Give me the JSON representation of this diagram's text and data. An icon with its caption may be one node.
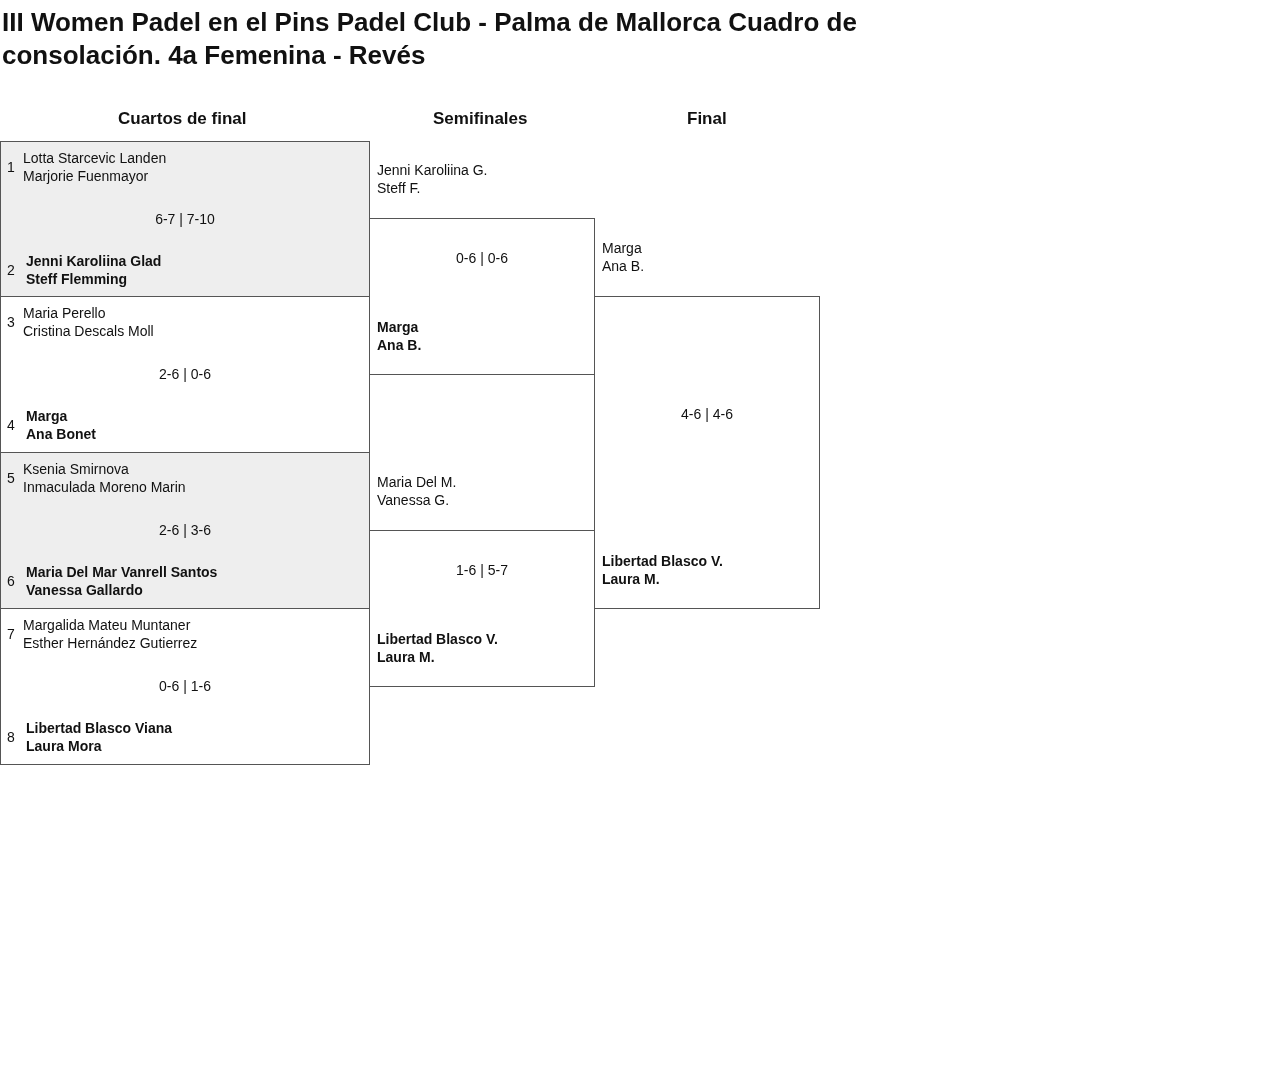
{
  "diagram": {
    "title": "III Women Padel en el Pins Padel Club - Palma de Mallorca Cuadro de consolación. 4a Femenina - Revés",
    "nodes": [
      {
        "text": [
          "1",
          "Lotta Starcevic Landen",
          "Marjorie Fuenmayor",
          "6-7 | 7-10",
          "2",
          "Jenni Karoliina Glad",
          "Steff Flemming"
        ]
      },
      {
        "text": [
          "3",
          "Maria Perello",
          "Cristina Descals Moll",
          "2-6 | 0-6",
          "4",
          "Marga",
          "Ana Bonet"
        ]
      },
      {
        "text": [
          "5",
          "Ksenia Smirnova",
          "Inmaculada Moreno Marin",
          "2-6 | 3-6",
          "6",
          "Maria Del Mar Vanrell Santos",
          "Vanessa Gallardo"
        ]
      },
      {
        "text": [
          "7",
          "Margalida Mateu Muntaner",
          "Esther Hernández Gutierrez",
          "0-6 | 1-6",
          "8",
          "Libertad Blasco Viana",
          "Laura Mora"
        ]
      },
      {
        "text": [
          "Jenni Karoliina G.",
          "Steff F.",
          "0-6 | 0-6",
          "Marga",
          "Ana B."
        ]
      },
      {
        "text": [
          "Maria Del M.",
          "Vanessa G.",
          "1-6 | 5-7",
          "Libertad Blasco V.",
          "Laura M."
        ]
      },
      {
        "text": [
          "Marga",
          "Ana B.",
          "4-6 | 4-6",
          "Libertad Blasco V.",
          "Laura M."
        ]
      }
    ],
    "labels": [
      "Cuartos de final",
      "Semifinales",
      "Final"
    ]
  }
}
